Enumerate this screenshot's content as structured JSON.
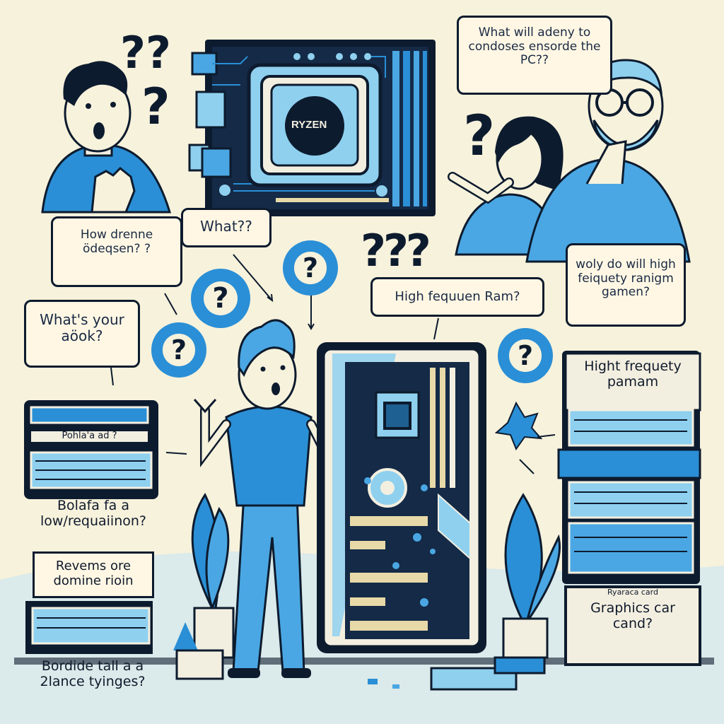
{
  "colors": {
    "background": "#f7f2dc",
    "ink": "#0d1b2e",
    "blue": "#2a8fd6",
    "light_blue": "#8fd0ef",
    "mid_blue": "#4aa7e3"
  },
  "chip_label": "RYZEN",
  "bubbles": {
    "top_right": "What will adeny to condoses ensorde the PC??",
    "how_drenne": "How drenne ödeqsen?  ?",
    "what_left": "What?? ",
    "whats_your": "What's your aöok?",
    "high_freq_ram": "High fequuen Ram?",
    "why_do_will": "woly do will high feiquety ranigm gamen?"
  },
  "question_marks": {
    "top_left_double": "??",
    "top_left_single": "?",
    "top_right_single": "?",
    "triple": "???",
    "circle": "?"
  },
  "panels": {
    "left_top_small": "Pohla'a ad ?",
    "left_mid": "Bolafa fa a low/requaiinon?",
    "left_bottom_title": "Revems ore domine rioin",
    "left_bottom_caption": "Bordide tall a a 2lance tyinges?",
    "right_top": "Hight frequety pamam",
    "right_small": "Ryaraca card",
    "right_bottom": "Graphics car cand?"
  }
}
